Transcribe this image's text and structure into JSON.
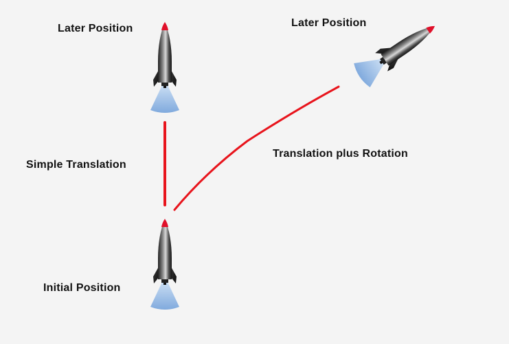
{
  "labels": {
    "later_position_left": "Later Position",
    "later_position_right": "Later Position",
    "simple_translation": "Simple Translation",
    "translation_plus_rotation": "Translation plus Rotation",
    "initial_position": "Initial Position"
  },
  "colors": {
    "background": "#f4f4f4",
    "path_line": "#e8141c",
    "rocket_tip": "#e0102a",
    "flame": "#8fb8e6"
  },
  "icons": [
    "rocket-icon",
    "exhaust-flame-icon"
  ]
}
